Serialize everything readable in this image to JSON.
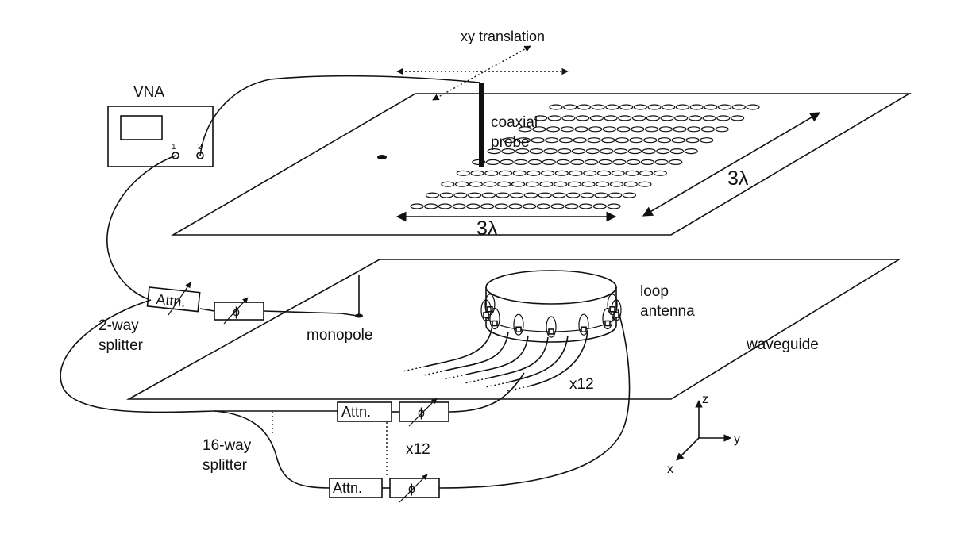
{
  "labels": {
    "xy_translation": "xy translation",
    "vna": "VNA",
    "port1": "1",
    "port2": "2",
    "coaxial": "coaxial",
    "probe": "probe",
    "dim_top": "3λ",
    "dim_bottom": "3λ",
    "attn_1": "Attn.",
    "phase_1": "ϕ",
    "two_way_1": "2-way",
    "two_way_2": "splitter",
    "monopole": "monopole",
    "loop_1": "loop",
    "loop_2": "antenna",
    "waveguide": "waveguide",
    "x12_loops": "x12",
    "attn_2": "Attn.",
    "phase_2": "ϕ",
    "x12_chain": "x12",
    "sixteen_way_1": "16-way",
    "sixteen_way_2": "splitter",
    "attn_3": "Attn.",
    "phase_3": "ϕ",
    "axis_z": "z",
    "axis_y": "y",
    "axis_x": "x"
  },
  "hole_grid": {
    "rows": 10,
    "cols": 15
  },
  "loop_count": 12
}
